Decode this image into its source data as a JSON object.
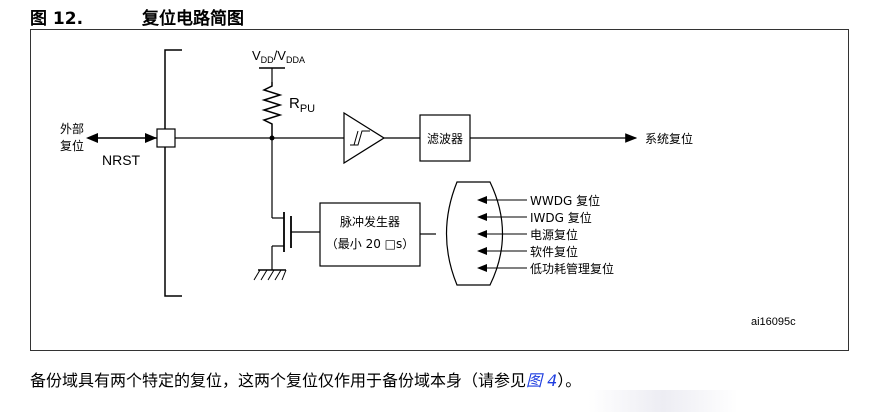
{
  "figure": {
    "number": "图 12.",
    "title": "复位电路简图"
  },
  "diagram": {
    "supply": {
      "v": "V",
      "sub1": "DD",
      "slash": "/V",
      "sub2": "DDA"
    },
    "resistor": {
      "r": "R",
      "sub": "PU"
    },
    "external_reset": [
      "外部",
      "复位"
    ],
    "pin": "NRST",
    "filter": "滤波器",
    "system_reset": "系统复位",
    "pulse_gen": [
      "脉冲发生器",
      "（最小 20 □s）"
    ],
    "reset_sources": [
      "WWDG 复位",
      "IWDG 复位",
      "电源复位",
      "软件复位",
      "低功耗管理复位"
    ],
    "ref_id": "ai16095c"
  },
  "caption": {
    "text": "备份域具有两个特定的复位，这两个复位仅作用于备份域本身（请参见",
    "ref": "图 4",
    "tail": "）。"
  }
}
